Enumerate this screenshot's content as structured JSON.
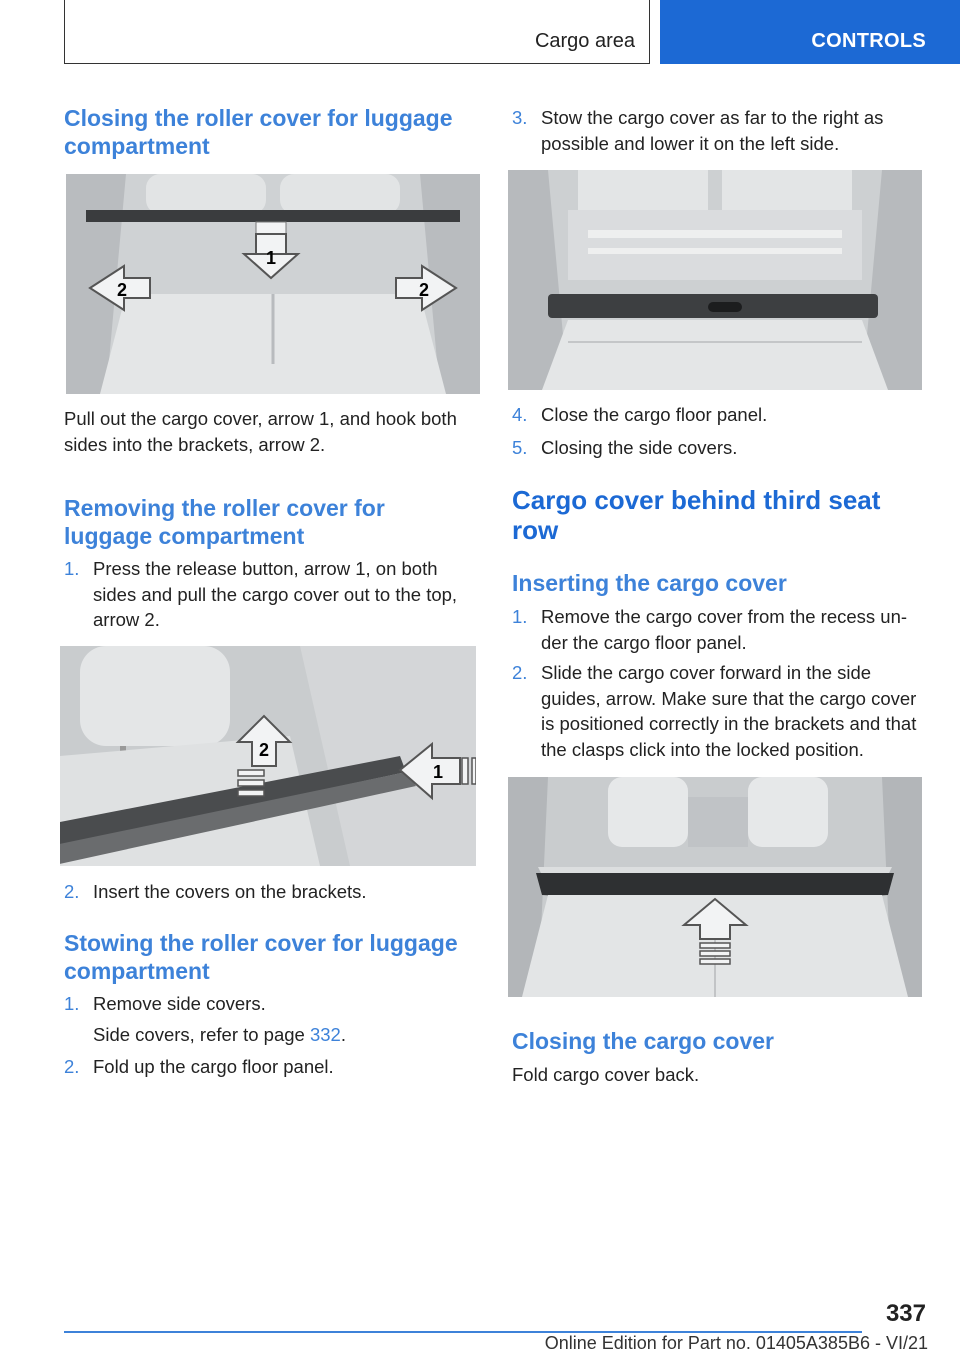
{
  "header": {
    "section": "Cargo area",
    "tab": "CONTROLS"
  },
  "left": {
    "h1": "Closing the roller cover for luggage compartment",
    "p1": "Pull out the cargo cover, arrow 1, and hook both sides into the brackets, arrow 2.",
    "h2": "Removing the roller cover for luggage compartment",
    "remove_steps": [
      {
        "num": "1.",
        "text": "Press the release button, arrow 1, on both sides and pull the cargo cover out to the top, arrow 2."
      },
      {
        "num": "2.",
        "text": "Insert the covers on the brackets."
      }
    ],
    "h3": "Stowing the roller cover for luggage compartment",
    "stow_steps": [
      {
        "num": "1.",
        "text": "Remove side covers.",
        "ref_prefix": "Side covers, refer to page ",
        "ref_page": "332",
        "ref_suffix": "."
      },
      {
        "num": "2.",
        "text": "Fold up the cargo floor panel."
      }
    ],
    "fig1_labels": [
      "1",
      "2",
      "2"
    ],
    "fig2_labels": [
      "2",
      "1"
    ]
  },
  "right": {
    "stow_steps_cont": [
      {
        "num": "3.",
        "text": "Stow the cargo cover as far to the right as possible and lower it on the left side."
      },
      {
        "num": "4.",
        "text": "Close the cargo floor panel."
      },
      {
        "num": "5.",
        "text": "Closing the side covers."
      }
    ],
    "h_main": "Cargo cover behind third seat row",
    "h_insert": "Inserting the cargo cover",
    "insert_steps": [
      {
        "num": "1.",
        "text": "Remove the cargo cover from the recess un‐der the cargo floor panel."
      },
      {
        "num": "2.",
        "text": "Slide the cargo cover forward in the side guides, arrow. Make sure that the cargo cover is positioned correctly in the brackets and that the clasps click into the locked position."
      }
    ],
    "h_close": "Closing the cargo cover",
    "p_close": "Fold cargo cover back."
  },
  "footer": {
    "page_number": "337",
    "edition": "Online Edition for Part no. 01405A385B6 - VI/21"
  }
}
